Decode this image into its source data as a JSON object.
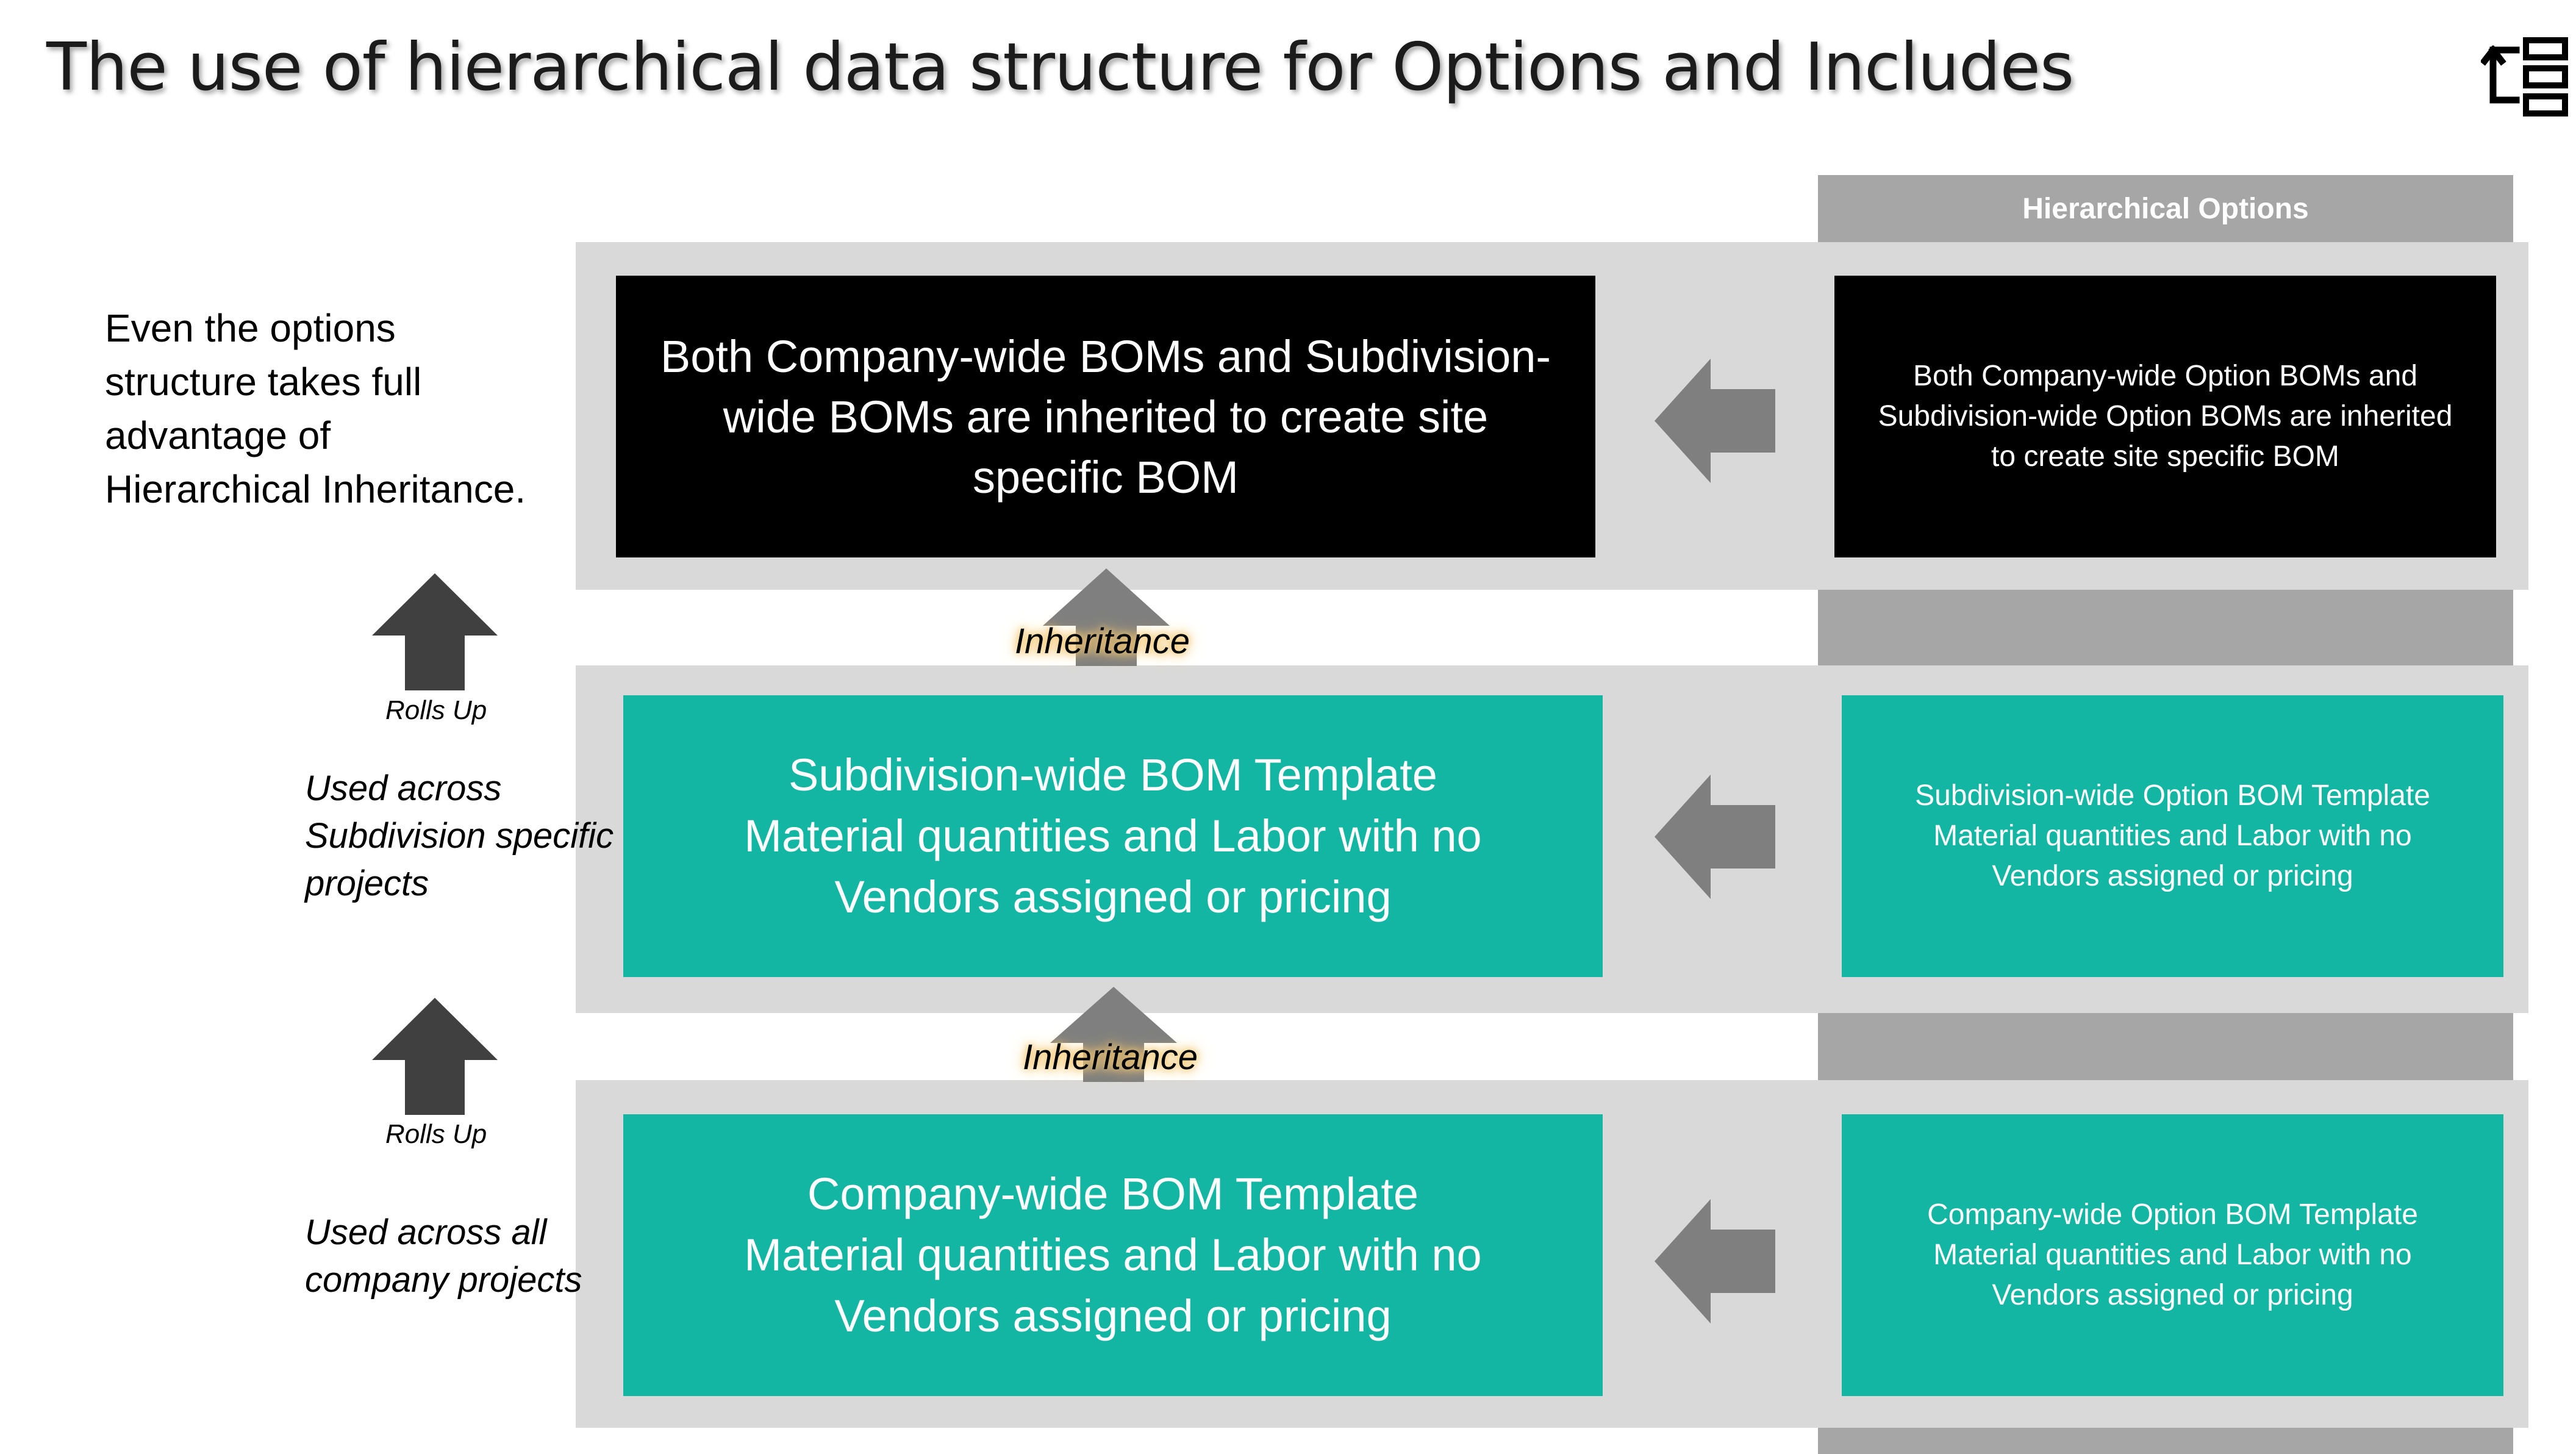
{
  "title": "The use of hierarchical data structure for Options and Includes",
  "column_header": "Hierarchical Options",
  "side_text": "Even the options\nstructure takes full\nadvantage of\nHierarchical Inheritance.",
  "levels": [
    {
      "main": "Both Company-wide BOMs and Subdivision-\nwide BOMs are inherited to create site\nspecific BOM",
      "option": "Both Company-wide Option BOMs and\nSubdivision-wide Option BOMs are inherited\nto create site specific BOM"
    },
    {
      "main": "Subdivision-wide BOM Template\nMaterial quantities and Labor with no\nVendors assigned or pricing",
      "option": "Subdivision-wide Option BOM Template\nMaterial quantities and Labor with no\nVendors assigned or pricing",
      "used": "Used across\nSubdivision specific\nprojects"
    },
    {
      "main": "Company-wide BOM Template\nMaterial quantities and Labor with no\nVendors assigned or pricing",
      "option": "Company-wide Option BOM Template\nMaterial quantities and Labor with no\nVendors assigned or pricing",
      "used": "Used across all\ncompany projects"
    }
  ],
  "rolls_up_label": "Rolls Up",
  "inheritance_label": "Inheritance",
  "colors": {
    "teal": "#13b5a3",
    "black": "#000000",
    "band_gray": "#d9d9d9",
    "column_gray": "#a6a6a6",
    "arrow_gray": "#7f7f7f",
    "rolls_arrow": "#404040",
    "inheritance_glow": "#f4c873"
  }
}
